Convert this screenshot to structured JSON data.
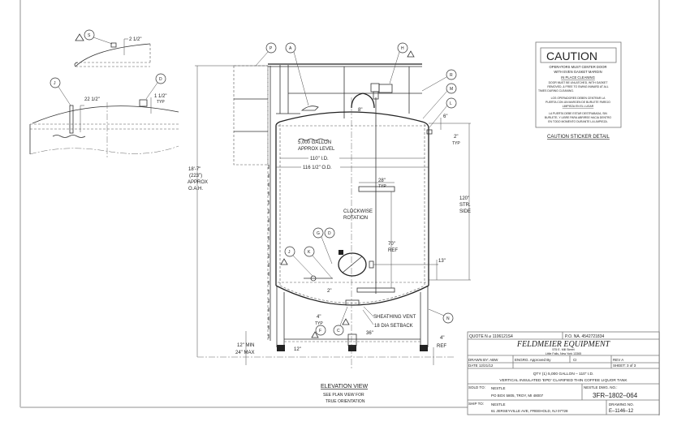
{
  "elevation": {
    "height_dim": [
      "18'-7\"",
      "(223\")",
      "APPROX",
      "O.A.H."
    ],
    "level_label": [
      "5,000 GALLON",
      "APPROX LEVEL"
    ],
    "id_dim": "110\" I.D.",
    "od_dim": "116 1/2\" O.D.",
    "agitator_dim": [
      "28\"",
      "TYP"
    ],
    "rotation": [
      "CLOCKWISE",
      "ROTATION"
    ],
    "ref70": [
      "70\"",
      "REF"
    ],
    "str_side": [
      "120\"",
      "STR.",
      "SIDE"
    ],
    "dim_6": "6\"",
    "dim_2typ": [
      "2\"",
      "TYP"
    ],
    "dim_8": "8\"",
    "dim_13": "13\"",
    "dim_2": "2\"",
    "dim_4typ": [
      "4\"",
      "TYP"
    ],
    "dim_36": "36\"",
    "dim_12": "12\"",
    "leg_adj": [
      "12\" MIN",
      "24\" MAX"
    ],
    "ref4": [
      "4\"",
      "REF"
    ],
    "vent": [
      "SHEATHING VENT",
      "18 DIA SETBACK"
    ],
    "title": "ELEVATION VIEW",
    "subtitle": [
      "SEE PLAN VIEW FOR",
      "TRUE ORIENTATION"
    ],
    "bubbles": {
      "P": "P",
      "A": "A",
      "H": "H",
      "R": "R",
      "M": "M",
      "L": "L",
      "G": "G",
      "D": "D",
      "J": "J",
      "K": "K",
      "F": "F",
      "C": "C",
      "N": "N"
    },
    "rev_marker": "A"
  },
  "detail": {
    "dim_2half": "2 1/2\"",
    "dim_22half": "22 1/2\"",
    "dim_1half": [
      "1 1/2\"",
      "TYP"
    ],
    "bubbles": {
      "S": "S",
      "J": "J",
      "D": "D"
    }
  },
  "caution": {
    "title": "CAUTION",
    "lines": [
      "OPERATORS MUST CENTER DOOR",
      "WITH EVEN GASKET MARGIN",
      "IN PLACE CLEANING",
      "DOOR MUST BE UNLATCHED, WITH GASKET",
      "REMOVED, & FREE TO SWING INWARD AT ALL",
      "TIMES DURING CLEANING.",
      "LOS OPERADORES DEBEN CENTRAR LA",
      "PUERTA CON UN MARGEN DE BURLETE PAREJO",
      "LIMPIEZA EN EL LUGAR",
      "LA PUERTA DEBE ESTAR DESTRABADA, SIN",
      "BURLETE, Y LIBRE PARA ABRIRSE HACIA DENTRO",
      "EN TODO MOMENTO DURANTE LA LIMPIEZA."
    ],
    "caption": "CAUTION STICKER DETAIL"
  },
  "title_block": {
    "quote": "QUOTE N ⌀ 1106121S4",
    "po": "P.O. NA. 4542721834",
    "company": "FELDMEIER EQUIPMENT",
    "address1": "575 E. Mill Street",
    "address2": "Little Falls, New York 13365",
    "drawn_by": "DRAWN BY: ABW",
    "engrg": "ENGRG. Approved By",
    "approver": "CI",
    "rev": "REV   A",
    "date": "DATE  12/21/12",
    "sheet": "SHEET: 3  of 3",
    "desc1": "QTY (1) 5,000 GALLON – 110\" I.D.",
    "desc2": "VERTICAL INSULATED 'EPD' CLARIFIED THIN COFFEE LIQUOR TANK",
    "sold_to_label": "SOLD TO:",
    "sold_to_name": "NESTLE",
    "sold_to_addr": "PO BOX 5805, TROY, MI 48007",
    "dwg_label": "NESTLE DWG. NO.:",
    "dwg_no": "3FR–1802–064",
    "ship_to_label": "SHIP TO:",
    "ship_to_name": "NESTLE",
    "ship_to_addr": "61 JERSEYVILLE AVE, FREEHOLD, NJ 07728",
    "drawing_label": "DRAWING NO.",
    "drawing_no": "E–1146–12"
  }
}
